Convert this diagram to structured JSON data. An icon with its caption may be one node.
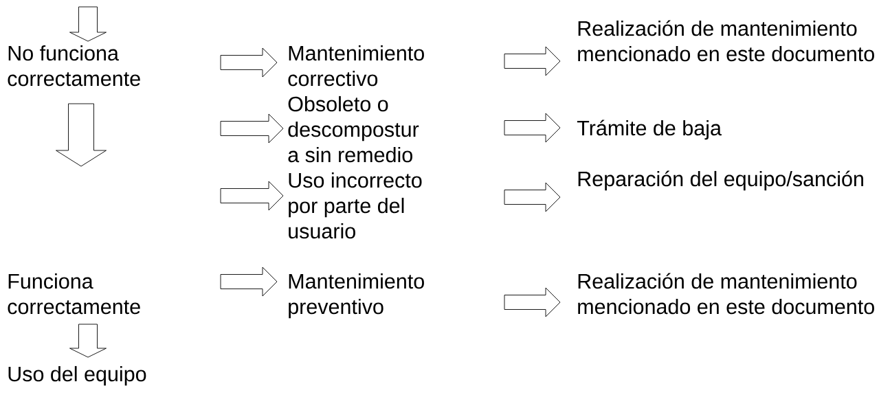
{
  "diagram": {
    "nodes": [
      {
        "text": [
          "No funciona correctamente"
        ]
      },
      {
        "text": [
          "Mantenimiento correctivo"
        ]
      },
      {
        "text": [
          "Realización de mantenimiento mencionado en este documento"
        ]
      },
      {
        "text": [
          "Obsoleto o descompostur a sin remedio"
        ]
      },
      {
        "text": [
          "Trámite de baja"
        ]
      },
      {
        "text": [
          "Uso incorrecto por parte del usuario"
        ]
      },
      {
        "text": [
          "Reparación del equipo/sanción"
        ]
      },
      {
        "text": [
          "Funciona correctamente"
        ]
      },
      {
        "text": [
          "Mantenimiento preventivo"
        ]
      },
      {
        "text": [
          "Realización de mantenimiento mencionado en este documento"
        ]
      },
      {
        "text": [
          "Uso del equipo"
        ]
      }
    ],
    "edges": [
      {
        "from": null,
        "to": 0,
        "arrow": "to"
      },
      {
        "from": 0,
        "to": null,
        "arrow": "to"
      },
      {
        "from": null,
        "to": 1,
        "arrow": "to"
      },
      {
        "from": null,
        "to": 3,
        "arrow": "to"
      },
      {
        "from": null,
        "to": 5,
        "arrow": "to"
      },
      {
        "from": null,
        "to": 2,
        "arrow": "to"
      },
      {
        "from": null,
        "to": 4,
        "arrow": "to"
      },
      {
        "from": null,
        "to": 6,
        "arrow": "to"
      },
      {
        "from": null,
        "to": 8,
        "arrow": "to"
      },
      {
        "from": null,
        "to": 9,
        "arrow": "to"
      },
      {
        "from": 7,
        "to": 10,
        "arrow": "to"
      }
    ]
  }
}
